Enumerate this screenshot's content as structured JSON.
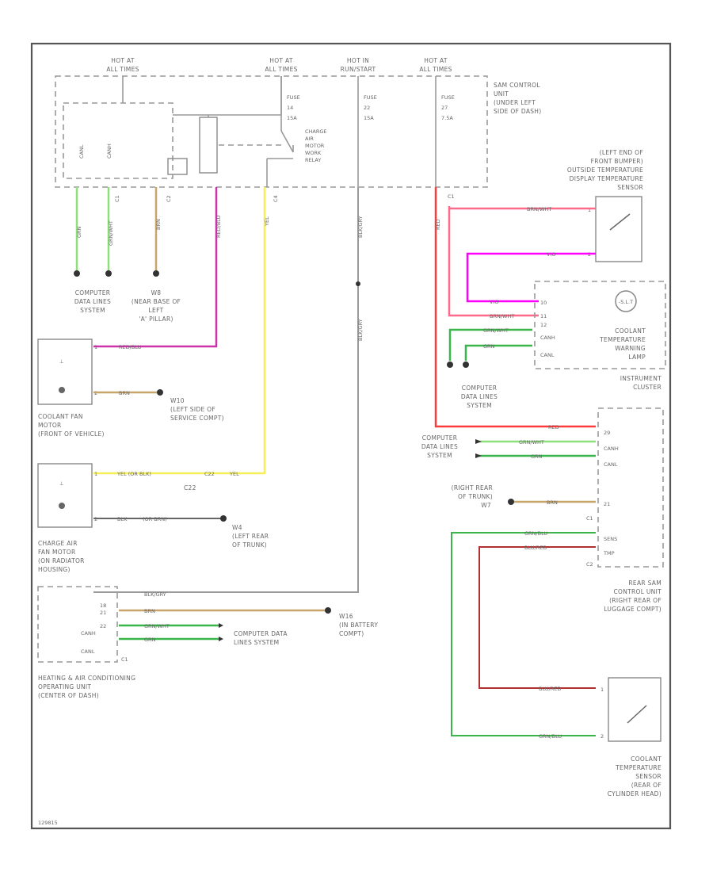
{
  "colors": {
    "green": "#8ee07a",
    "green_dark": "#39b54a",
    "tan": "#c8a56a",
    "magenta": "#ff00ff",
    "pink_magenta": "#cc33aa",
    "yellow": "#f5f05a",
    "red": "#ff3b3b",
    "rose": "#ff6a8a",
    "dark_red": "#b03030",
    "gray": "#9a9a9a"
  },
  "hot": [
    {
      "a": "HOT AT",
      "b": "ALL TIMES"
    },
    {
      "a": "HOT AT",
      "b": "ALL TIMES"
    },
    {
      "a": "HOT IN",
      "b": "RUN/START"
    },
    {
      "a": "HOT AT",
      "b": "ALL TIMES"
    }
  ],
  "fuses": [
    {
      "name": "FUSE",
      "num": "14",
      "amps": "15A"
    },
    {
      "name": "FUSE",
      "num": "22",
      "amps": "15A"
    },
    {
      "name": "FUSE",
      "num": "27",
      "amps": "7.5A"
    }
  ],
  "sam": [
    "SAM CONTROL",
    "UNIT",
    "(UNDER LEFT",
    "SIDE OF DASH)"
  ],
  "relay": [
    "CHARGE",
    "AIR",
    "MOTOR",
    "WORK",
    "RELAY"
  ],
  "sam_pins": {
    "canl": "CANL",
    "canh": "CANH",
    "c1": "C1",
    "c2": "C2",
    "c4": "C4"
  },
  "sam_wires": {
    "w1": "GRN",
    "w2": "GRN/WHT",
    "w3": "BRN",
    "w4": "RED/BLU",
    "w5": "YEL",
    "w6": "BLK/GRY",
    "w7": "RED"
  },
  "computer_data_1": [
    "COMPUTER",
    "DATA LINES",
    "SYSTEM"
  ],
  "w8": [
    "W8",
    "(NEAR BASE OF",
    "LEFT",
    "'A' PILLAR)"
  ],
  "coolant_fan": {
    "wire1": "RED/BLU",
    "wire2": "BRN",
    "pin1": "1",
    "pin2": "2",
    "label": [
      "COOLANT FAN",
      "MOTOR",
      "(FRONT OF VEHICLE)"
    ]
  },
  "w10": [
    "W10",
    "(LEFT SIDE OF",
    "SERVICE COMPT)"
  ],
  "charge_air": {
    "wire1a": "YEL (OR BLK)",
    "wire1b": "YEL",
    "splice": "C22",
    "wire2a": "BLK",
    "wire2b": "(OR BRN)",
    "pin1": "1",
    "pin2": "2",
    "label": [
      "CHARGE AIR",
      "FAN MOTOR",
      "(ON RADIATOR",
      "HOUSING)"
    ]
  },
  "w4": [
    "W4",
    "(LEFT REAR",
    "OF TRUNK)"
  ],
  "hvac": {
    "pins": [
      "18",
      "21",
      "22",
      "CANH",
      "CANL"
    ],
    "conn": "C1",
    "wires": [
      "BLK/GRY",
      "BRN",
      "GRN/WHT",
      "GRN"
    ],
    "label": [
      "HEATING & AIR CONDITIONING",
      "OPERATING UNIT",
      "(CENTER OF DASH)"
    ]
  },
  "computer_data_2": [
    "COMPUTER DATA",
    "LINES SYSTEM"
  ],
  "w16": [
    "W16",
    "(IN BATTERY",
    "COMPT)"
  ],
  "outside_temp": {
    "label": [
      "(LEFT END OF",
      "FRONT BUMPER)",
      "OUTSIDE TEMPERATURE",
      "DISPLAY TEMPERATURE",
      "SENSOR"
    ],
    "wire1": "BRN/WHT",
    "wire2": "VIO",
    "pin1": "1",
    "pin2": "2"
  },
  "cluster": {
    "gauge": "-S.L.T",
    "label": [
      "COOLANT",
      "TEMPERATURE",
      "WARNING",
      "LAMP"
    ],
    "title": [
      "INSTRUMENT",
      "CLUSTER"
    ],
    "pins": [
      "10",
      "11",
      "12",
      "CANH",
      "CANL"
    ],
    "wires": [
      "VIO",
      "BRN/WHT",
      "GRN/WHT",
      "GRN"
    ]
  },
  "computer_data_3": [
    "COMPUTER",
    "DATA LINES",
    "SYSTEM"
  ],
  "computer_data_4": [
    "COMPUTER",
    "DATA LINES",
    "SYSTEM"
  ],
  "rear_sam": {
    "pins1": [
      "29",
      "CANH",
      "CANL",
      "21"
    ],
    "conn1": "C1",
    "pins2": [
      "SENS",
      "TMP"
    ],
    "conn2": "C2",
    "wires": [
      "RED",
      "GRN/WHT",
      "GRN",
      "BRN",
      "GRN/BLU",
      "BLU/RED"
    ],
    "label": [
      "REAR SAM",
      "CONTROL UNIT",
      "(RIGHT REAR OF",
      "LUGGAGE COMPT)"
    ]
  },
  "w7": [
    "(RIGHT REAR",
    "OF TRUNK)",
    "W7"
  ],
  "coolant_sensor": {
    "wire1": "BLU/RED",
    "wire2": "GRN/BLU",
    "pin1": "1",
    "pin2": "2",
    "label": [
      "COOLANT",
      "TEMPERATURE",
      "SENSOR",
      "(REAR OF",
      "CYLINDER HEAD)"
    ]
  },
  "figure_id": "129815"
}
